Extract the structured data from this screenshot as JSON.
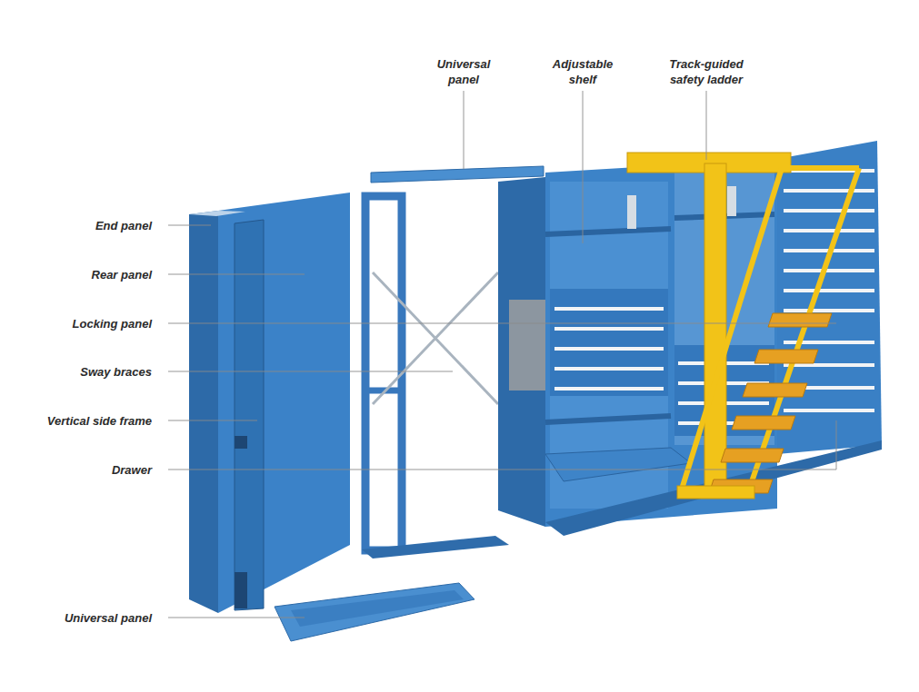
{
  "diagram": {
    "labels": [
      "Universal panel",
      "Adjustable shelf",
      "Track-guided safety ladder",
      "End panel",
      "Rear panel",
      "Locking panel",
      "Sway braces",
      "Vertical side frame",
      "Drawer",
      "Universal panel"
    ]
  }
}
